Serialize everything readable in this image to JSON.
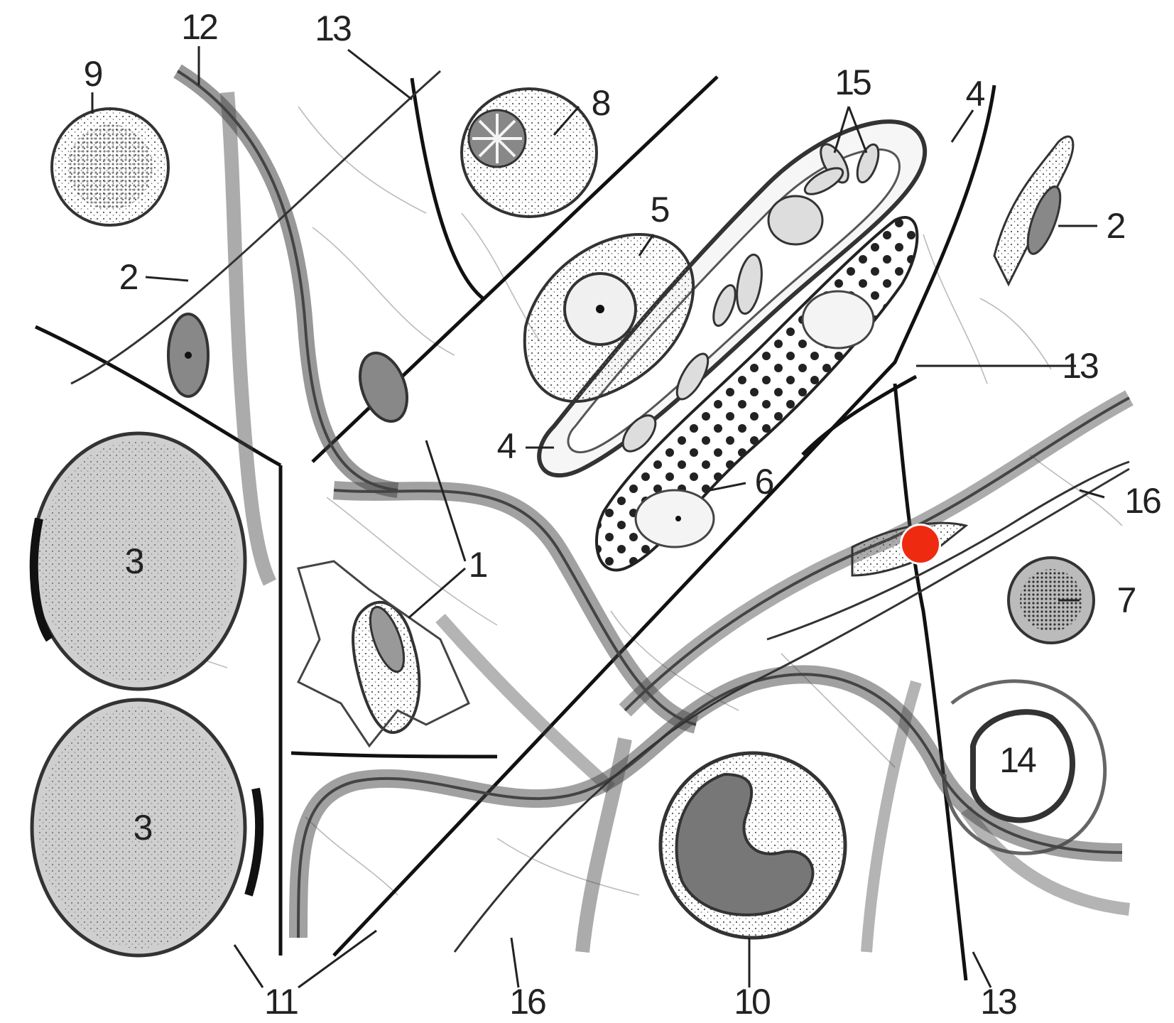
{
  "labels": {
    "n1": "1",
    "n2a": "2",
    "n2b": "2",
    "n3a": "3",
    "n3b": "3",
    "n4a": "4",
    "n4b": "4",
    "n5": "5",
    "n6": "6",
    "n7": "7",
    "n8": "8",
    "n9": "9",
    "n10": "10",
    "n11": "11",
    "n12": "12",
    "n13a": "13",
    "n13b": "13",
    "n13c": "13",
    "n14": "14",
    "n15": "15",
    "n16a": "16",
    "n16b": "16"
  },
  "colors": {
    "ink": "#222222",
    "marker": "#ee2a10"
  }
}
